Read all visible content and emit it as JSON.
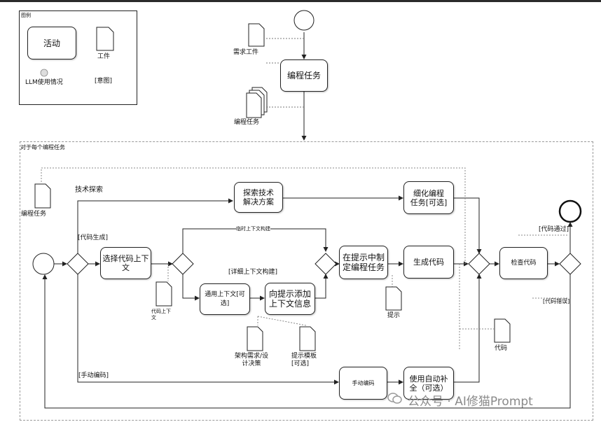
{
  "legend": {
    "title": "图例",
    "activity": "活动",
    "artifact": "工件",
    "llm_usage": "LLM使用情况",
    "intent": "[意图]"
  },
  "top": {
    "requirement_artifact": "需求工件",
    "coding_task_activity": "编程任务",
    "coding_task_artifact": "编程任务"
  },
  "loop": {
    "title": "对于每个编程任务",
    "coding_task_artifact": "编程任务",
    "tech_explore_label": "技术探索",
    "explore_solution": "探索技术\n解决方案",
    "refine_task": "细化编程\n任务[可选]",
    "code_gen_label": "[代码生成]",
    "select_context": "选择代码上下\n文",
    "ad_hoc_context_label": "临时上下文构建",
    "detailed_context_label": "[详细上下文构建]",
    "general_context": "通用上下文[可选]",
    "add_context_to_prompt": "向提示添加\n上下文信息",
    "code_context_artifact": "代码上下\n文",
    "arch_req_artifact": "架构需求/设\n计决策",
    "prompt_template_artifact": "提示模板\n[可选]",
    "make_task_in_prompt": "在提示中制\n定编程任务",
    "prompt_artifact": "提示",
    "generate_code": "生成代码",
    "check_code": "检查代码",
    "code_passed_label": "[代码通过]",
    "code_failed_label": "[代码错误]",
    "code_artifact": "代码",
    "manual_coding_label": "[手动编码]",
    "manual_coding": "手动编码",
    "autocomplete": "使用自动补\n全（可选）"
  },
  "watermark": "公众号 · AI修猫Prompt"
}
